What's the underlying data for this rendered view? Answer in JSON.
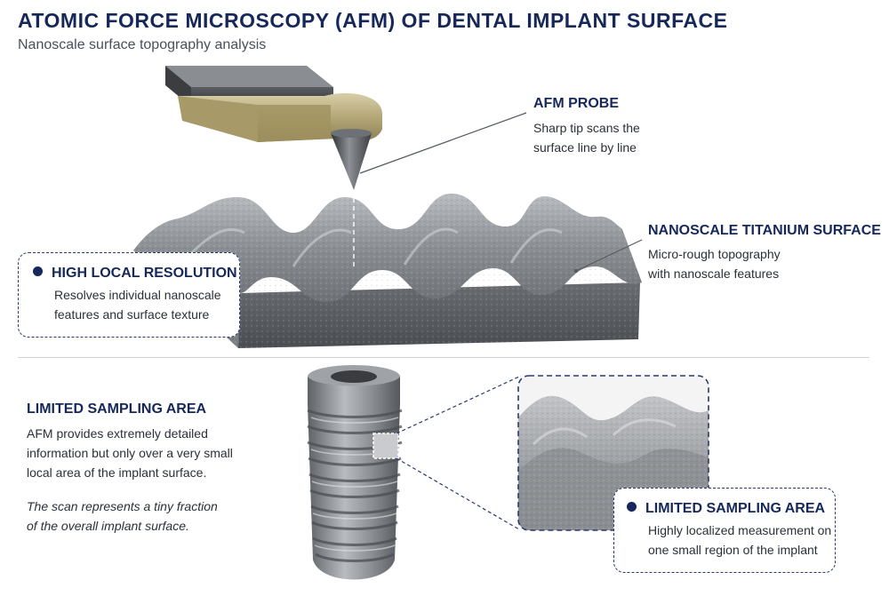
{
  "title": "ATOMIC FORCE MICROSCOPY (AFM) OF DENTAL IMPLANT SURFACE",
  "subtitle": "Nanoscale surface topography analysis",
  "probe": {
    "heading": "AFM PROBE",
    "line1": "Sharp tip scans the",
    "line2": "surface line by line"
  },
  "surface": {
    "heading": "NANOSCALE TITANIUM SURFACE",
    "line1": "Micro-rough topography",
    "line2": "with nanoscale features"
  },
  "resolution": {
    "heading": "HIGH LOCAL RESOLUTION",
    "line1": "Resolves individual nanoscale",
    "line2": "features and surface texture"
  },
  "sampling": {
    "heading": "LIMITED SAMPLING AREA",
    "line1": "AFM provides extremely detailed",
    "line2": "information but only over a very small",
    "line3": "local area of the implant surface.",
    "note1": "The scan represents a tiny fraction",
    "note2": "of the overall implant surface."
  },
  "sampling_box": {
    "heading": "LIMITED SAMPLING AREA",
    "line1": "Highly localized measurement on",
    "line2": "one small region of the implant"
  }
}
